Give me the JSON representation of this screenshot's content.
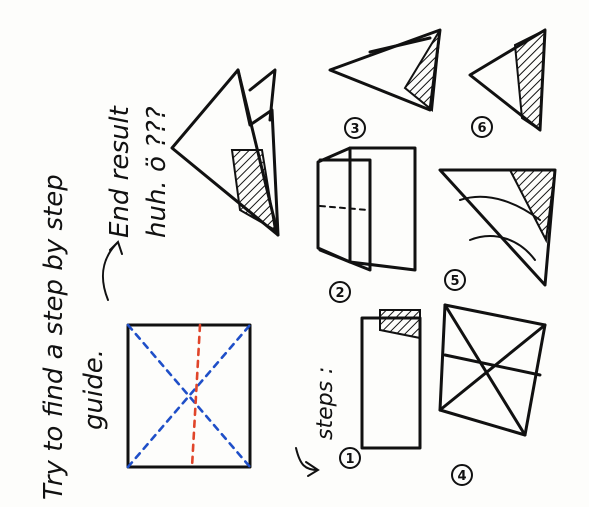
{
  "texts": {
    "title_line1": "Try to find a step by step",
    "title_line2": "guide.",
    "end_result_line1": "End result",
    "end_result_line2": "huh. ö ???",
    "steps_label": "steps :"
  },
  "step_numbers": [
    "1",
    "2",
    "3",
    "4",
    "5",
    "6"
  ],
  "colors": {
    "ink": "#111111",
    "blue_fold": "#1f4fc8",
    "red_fold": "#e0452a"
  }
}
